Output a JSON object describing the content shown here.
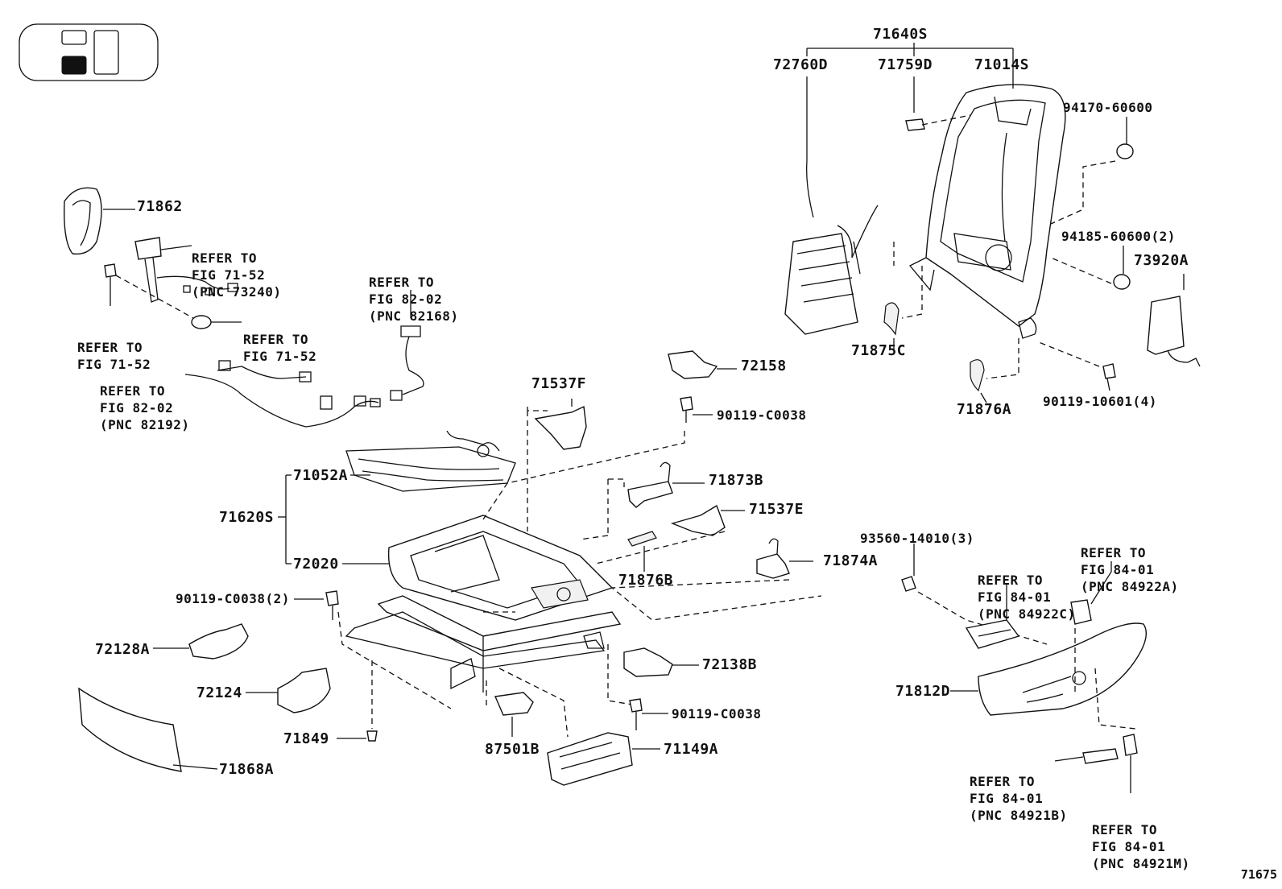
{
  "figure_number": "71675",
  "labels": {
    "p71640S": "71640S",
    "p72760D": "72760D",
    "p71759D": "71759D",
    "p71014S": "71014S",
    "p94170": "94170-60600",
    "p94185": "94185-60600(2)",
    "p73920A": "73920A",
    "p71875C": "71875C",
    "p71876A": "71876A",
    "p90119_10601": "90119-10601(4)",
    "p71862": "71862",
    "p72158": "72158",
    "p90119_C0038_a": "90119-C0038",
    "p71537F": "71537F",
    "p71052A": "71052A",
    "p71620S": "71620S",
    "p72020": "72020",
    "p71873B": "71873B",
    "p71537E": "71537E",
    "p71876B": "71876B",
    "p71874A": "71874A",
    "p93560": "93560-14010(3)",
    "p90119_C0038_2": "90119-C0038(2)",
    "p72128A": "72128A",
    "p72124": "72124",
    "p71849": "71849",
    "p71868A": "71868A",
    "p87501B": "87501B",
    "p71149A": "71149A",
    "p72138B": "72138B",
    "p90119_C0038_b": "90119-C0038",
    "p71812D": "71812D"
  },
  "references": {
    "ref_73240": [
      "REFER TO",
      "FIG 71-52",
      "(PNC 73240)"
    ],
    "ref_71_52_left": [
      "REFER TO",
      "FIG 71-52"
    ],
    "ref_71_52_right": [
      "REFER TO",
      "FIG 71-52"
    ],
    "ref_82168": [
      "REFER TO",
      "FIG 82-02",
      "(PNC 82168)"
    ],
    "ref_82192": [
      "REFER TO",
      "FIG 82-02",
      "(PNC 82192)"
    ],
    "ref_84922C": [
      "REFER TO",
      "FIG 84-01",
      "(PNC 84922C)"
    ],
    "ref_84922A": [
      "REFER TO",
      "FIG 84-01",
      "(PNC 84922A)"
    ],
    "ref_84921B": [
      "REFER TO",
      "FIG 84-01",
      "(PNC 84921B)"
    ],
    "ref_84921M": [
      "REFER TO",
      "FIG 84-01",
      "(PNC 84921M)"
    ]
  },
  "locator_icon": "seat-position-locator-icon"
}
